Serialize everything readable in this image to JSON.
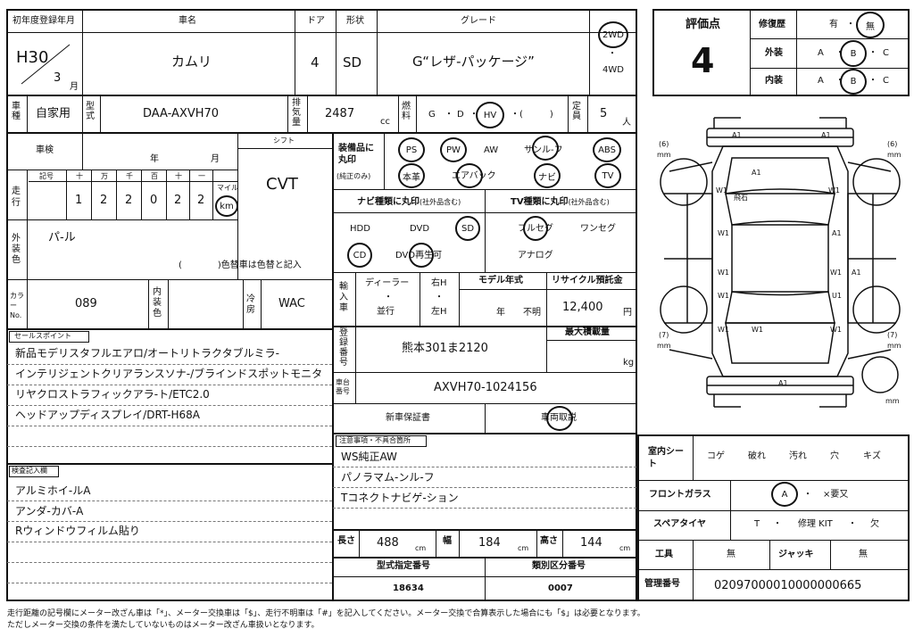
{
  "header": {
    "reg_label": "初年度登録年月",
    "reg_year": "H30",
    "reg_month": "3",
    "reg_month_unit": "月",
    "name_label": "車名",
    "name": "カムリ",
    "door_label": "ドア",
    "doors": "4",
    "shape_label": "形状",
    "shape": "SD",
    "grade_label": "グレード",
    "grade": "G“レザ-パッケージ”",
    "drive_2wd": "2WD",
    "drive_dot": "・",
    "drive_4wd": "4WD"
  },
  "rating": {
    "score_label": "評価点",
    "score": "4",
    "repair_label": "修復歴",
    "repair_yes": "有",
    "repair_dot": "・",
    "repair_no": "無",
    "exterior_label": "外装",
    "interior_label": "内装",
    "grade_a": "A",
    "grade_b": "B",
    "grade_c": "C"
  },
  "row2": {
    "use_label": "車種",
    "use": "自家用",
    "model_label": "型式",
    "model": "DAA-AXVH70",
    "displacement_label": "排気量",
    "displacement": "2487",
    "displacement_unit": "cc",
    "fuel_label": "燃料",
    "fuel_options": "G ・ D ・ HV ・ (　　)",
    "fuel_g": "G",
    "fuel_d": "D",
    "fuel_hv": "HV",
    "capacity_label": "定員",
    "capacity": "5",
    "capacity_unit": "人"
  },
  "shaken": {
    "label": "車検",
    "year_unit": "年",
    "month_unit": "月",
    "shift_label": "シフト",
    "shift": "CVT"
  },
  "mileage": {
    "label": "走行",
    "sign_label": "記号",
    "unit_headers": [
      "十",
      "万",
      "千",
      "百",
      "十",
      "一"
    ],
    "digits": [
      "1",
      "2",
      "2",
      "0",
      "2",
      "2"
    ],
    "unit_label": "マイル",
    "unit": "km"
  },
  "exterior": {
    "label": "外装色",
    "color": "パ-ル",
    "change_note": "(　　　　)色替車は色替と記入"
  },
  "color_code": {
    "label": "カラーNo.",
    "code": "089",
    "interior_color_label": "内装色",
    "ac_label": "冷房",
    "ac": "WAC"
  },
  "equipment": {
    "label": "装備品に丸印",
    "sublabel": "(純正のみ)",
    "items": [
      "PS",
      "PW",
      "AW",
      "サンル-フ",
      "ABS",
      "本革",
      "エアバック",
      "ナビ",
      "TV"
    ]
  },
  "nav": {
    "label": "ナビ種類に丸印",
    "sub": "(社外品含む)",
    "items": [
      "HDD",
      "DVD",
      "SD",
      "CD",
      "DVD再生可"
    ]
  },
  "tv": {
    "label": "TV種類に丸印",
    "sub": "(社外品含む)",
    "items": [
      "フルセグ",
      "ワンセグ",
      "アナログ"
    ]
  },
  "import": {
    "label": "輸入車",
    "dealer": "ディーラー",
    "parallel": "並行",
    "right": "右H",
    "left": "左H",
    "dot": "・",
    "model_year_label": "モデル年式",
    "model_year_unit": "年",
    "model_year_unknown": "不明",
    "recycle_label": "リサイクル預託金",
    "recycle": "12,400",
    "recycle_unit": "円"
  },
  "registration": {
    "label": "登録番号",
    "number": "熊本301ま2120",
    "max_load_label": "最大積載量",
    "max_load_unit": "kg"
  },
  "chassis": {
    "label": "車台番号",
    "number": "AXVH70-1024156"
  },
  "warranty": {
    "new_car": "新車保証書",
    "manual": "車両取説"
  },
  "notes": {
    "label": "注意事項・不具合箇所",
    "items": [
      "WS純正AW",
      "パノラマム-ンル-フ",
      "Tコネクトナビゲ-ション"
    ]
  },
  "sales_points": {
    "label": "セールスポイント",
    "items": [
      "新品モデリスタフルエアロ/オートリトラクタブルミラ-",
      "インテリジェントクリアランスソナ-/ブラインドスポットモニタ",
      "リヤクロストラフィックアラ-ト/ETC2.0",
      "ヘッドアップディスプレイ/DRT-H68A"
    ]
  },
  "inspector": {
    "label": "検査記入欄",
    "items": [
      "アルミホイ-ルA",
      "アンダ-カバ-A",
      "Rウィンドウフィルム貼り"
    ]
  },
  "dimensions": {
    "length_label": "長さ",
    "length": "488",
    "width_label": "幅",
    "width": "184",
    "height_label": "高さ",
    "height": "144",
    "unit": "cm",
    "type_cert_label": "型式指定番号",
    "type_cert": "18634",
    "class_label": "類別区分番号",
    "class": "0007"
  },
  "right_panel": {
    "seat_label": "室内シート",
    "seat_items": [
      "コゲ",
      "破れ",
      "汚れ",
      "穴",
      "キズ"
    ],
    "glass_label": "フロントガラス",
    "glass_a": "A",
    "glass_dot": "・",
    "glass_need": "×要又",
    "spare_label": "スペアタイヤ",
    "spare_t": "T",
    "spare_dot": "・",
    "spare_kit": "修理 KIT",
    "spare_dot2": "・",
    "spare_none": "欠",
    "tools_label": "工具",
    "tools": "無",
    "jack_label": "ジャッキ",
    "jack": "無",
    "mgmt_label": "管理番号",
    "mgmt": "02097000010000000665"
  },
  "diagram": {
    "tire_fl": "6",
    "tire_fr": "6",
    "tire_rl": "7",
    "tire_rr": "7",
    "mm": "mm",
    "marks": [
      "A1",
      "A1",
      "A1",
      "飛石",
      "W1",
      "W1",
      "W1",
      "A1",
      "W1",
      "W1",
      "A1",
      "W1",
      "U1",
      "W1",
      "W1",
      "W1",
      "A1"
    ]
  },
  "footer": {
    "line1": "走行距離の記号欄にメーター改ざん車は「*」、メーター交換車は「$」、走行不明車は「#」を記入してください。メーター交換で合算表示した場合にも「$」は必要となります。",
    "line2": "ただしメーター交換の条件を満たしていないものはメーター改ざん車扱いとなります。"
  }
}
